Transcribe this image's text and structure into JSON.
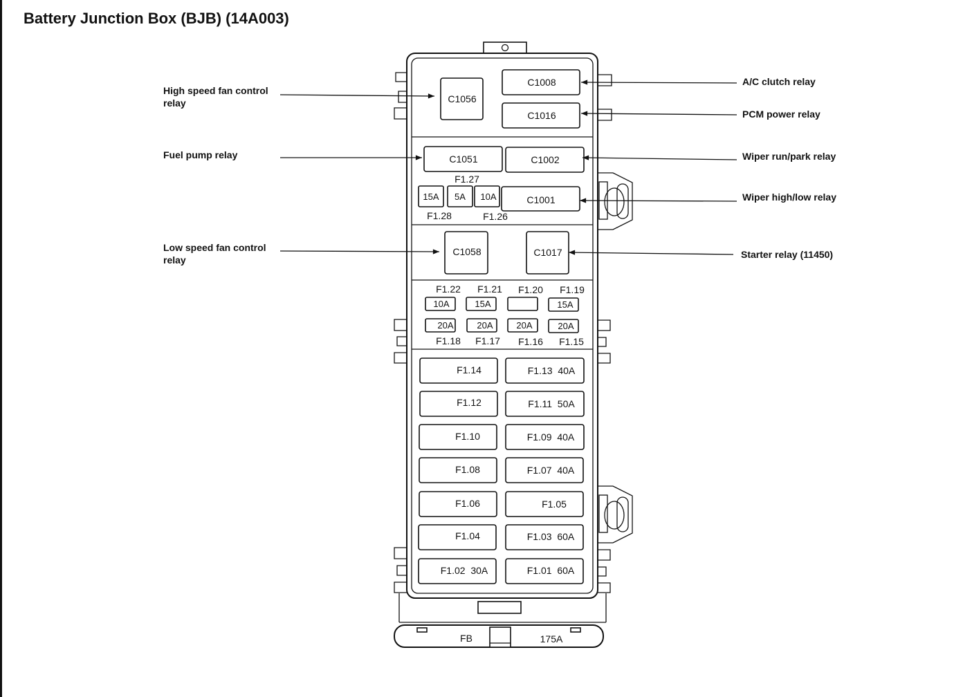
{
  "title": "Battery Junction Box (BJB) (14A003)",
  "labels": {
    "high_speed_fan_l1": "High speed fan control",
    "high_speed_fan_l2": "relay",
    "fuel_pump": "Fuel pump relay",
    "low_speed_fan_l1": "Low speed fan control",
    "low_speed_fan_l2": "relay",
    "ac_clutch": "A/C clutch relay",
    "pcm_power": "PCM power relay",
    "wiper_run_park": "Wiper run/park relay",
    "wiper_high_low": "Wiper high/low relay",
    "starter": "Starter relay (11450)"
  },
  "relays": {
    "c1056": "C1056",
    "c1008": "C1008",
    "c1016": "C1016",
    "c1051": "C1051",
    "c1002": "C1002",
    "c1001": "C1001",
    "c1058": "C1058",
    "c1017": "C1017"
  },
  "mini_fuses": {
    "f127_label": "F1.27",
    "f128_label": "F1.28",
    "f126_label": "F1.26",
    "f128_rating": "15A",
    "f127_rating": "5A",
    "f126_rating": "10A"
  },
  "fuse_grid": {
    "top_labels": [
      "F1.22",
      "F1.21",
      "F1.20",
      "F1.19"
    ],
    "top_ratings": [
      "10A",
      "15A",
      "",
      "15A"
    ],
    "bottom_ratings": [
      "20A",
      "20A",
      "20A",
      "20A"
    ],
    "bottom_labels": [
      "F1.18",
      "F1.17",
      "F1.16",
      "F1.15"
    ]
  },
  "maxi_fuses": {
    "left": [
      "F1.14",
      "F1.12",
      "F1.10",
      "F1.08",
      "F1.06",
      "F1.04",
      "F1.02  30A"
    ],
    "right": [
      "F1.13  40A",
      "F1.11  50A",
      "F1.09  40A",
      "F1.07  40A",
      "F1.05",
      "F1.03  60A",
      "F1.01  60A"
    ]
  },
  "bottom": {
    "fb": "FB",
    "rating": "175A"
  }
}
